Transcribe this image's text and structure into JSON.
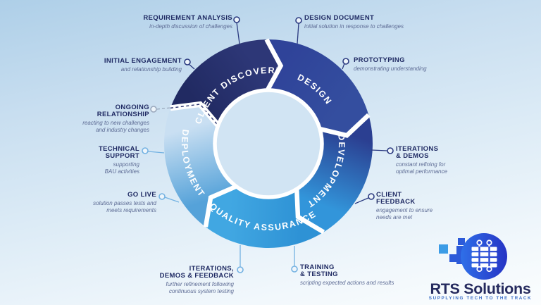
{
  "diagram": {
    "title": "",
    "segments": [
      {
        "id": "client-discovery",
        "label": "CLIENT DISCOVERY",
        "start": 290,
        "end": 359,
        "color_start": "#212a62",
        "color_end": "#2d3777",
        "text_dir": "cw",
        "boundary_dashed": true
      },
      {
        "id": "design",
        "label": "DESIGN",
        "start": 359,
        "end": 434,
        "color_start": "#2f4399",
        "color_end": "#344e9f",
        "text_dir": "cw",
        "boundary_dashed": false
      },
      {
        "id": "development",
        "label": "DEVELOPMENT",
        "start": 74,
        "end": 148,
        "color_start": "#2b3f91",
        "color_end": "#3295da",
        "text_dir": "cw",
        "boundary_dashed": false
      },
      {
        "id": "quality-assurance",
        "label": "QUALITY ASSURANCE",
        "start": 148,
        "end": 217,
        "color_start": "#2e92d5",
        "color_end": "#41a7e2",
        "text_dir": "ccw",
        "boundary_dashed": false
      },
      {
        "id": "deployment",
        "label": "DEPLOYMENT",
        "start": 217,
        "end": 290,
        "color_start": "#55a2d9",
        "color_end": "#c9dff2",
        "text_dir": "ccw",
        "boundary_dashed": false
      }
    ],
    "callouts": [
      {
        "id": "requirement-analysis",
        "title": "REQUIREMENT ANALYSIS",
        "subtitle": "in-depth discussion of challenges",
        "accent": "navy"
      },
      {
        "id": "design-document",
        "title": "DESIGN DOCUMENT",
        "subtitle": "initial solution in response to challenges",
        "accent": "navy"
      },
      {
        "id": "initial-engagement",
        "title": "INITIAL ENGAGEMENT",
        "subtitle": "and relationship building",
        "accent": "navy"
      },
      {
        "id": "prototyping",
        "title": "PROTOTYPING",
        "subtitle": "demonstrating understanding",
        "accent": "navy"
      },
      {
        "id": "ongoing-relationship",
        "title": "ONGOING\nRELATIONSHIP",
        "subtitle": "reacting to new challenges\nand industry changes",
        "accent": "gray"
      },
      {
        "id": "iterations-demos",
        "title": "ITERATIONS\n& DEMOS",
        "subtitle": "constant refining for\noptimal performance",
        "accent": "navy"
      },
      {
        "id": "technical-support",
        "title": "TECHNICAL\nSUPPORT",
        "subtitle": "supporting\nBAU activities",
        "accent": "light"
      },
      {
        "id": "client-feedback",
        "title": "CLIENT\nFEEDBACK",
        "subtitle": "engagement to ensure\nneeds are met",
        "accent": "navy"
      },
      {
        "id": "go-live",
        "title": "GO LIVE",
        "subtitle": "solution passes tests and\nmeets requirements",
        "accent": "light"
      },
      {
        "id": "iterations-demos-feedback",
        "title": "ITERATIONS,\nDEMOS & FEEDBACK",
        "subtitle": "further refinement following\ncontinuous system testing",
        "accent": "light"
      },
      {
        "id": "training-testing",
        "title": "TRAINING\n& TESTING",
        "subtitle": "scripting expected actions and results",
        "accent": "light"
      }
    ]
  },
  "logo": {
    "name": "RTS Solutions",
    "tagline": "SUPPLYING TECH TO THE TRACK"
  },
  "colors": {
    "accent_navy": "#2b3a80",
    "accent_light": "#74b2e2",
    "accent_gray": "#9aa8bc",
    "dash_overlay": "#2a346e",
    "disc": "#d1e4f3",
    "arc_text": "#ffffff",
    "dot_fill": "#eef5fb",
    "logo_grad_start": "#2f6fe8",
    "logo_grad_end": "#2633c4",
    "logo_sq_light": "#3b9ce6",
    "logo_sq_royal": "#2c5ad9",
    "logo_track_cut": "#2b49d4",
    "logo_name_color": "#252a5e",
    "logo_tagline_color": "#3d6fc7"
  }
}
